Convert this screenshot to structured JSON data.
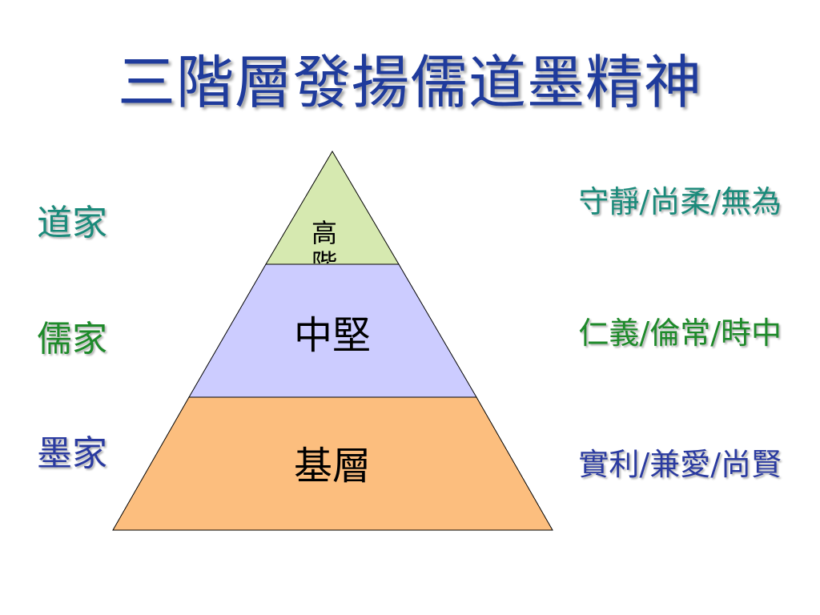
{
  "title": "三階層發揚儒道墨精神",
  "tiers": [
    {
      "label": "高階",
      "color": "#d6e9b0"
    },
    {
      "label": "中堅",
      "color": "#ccccff"
    },
    {
      "label": "基層",
      "color": "#fcbe7e"
    }
  ],
  "schools": [
    {
      "name": "道家",
      "color": "#1a8a7a"
    },
    {
      "name": "儒家",
      "color": "#1e8a2a"
    },
    {
      "name": "墨家",
      "color": "#2a3aa0"
    }
  ],
  "virtues": [
    {
      "text": "守靜/尚柔/無為",
      "color": "#1a8a7a"
    },
    {
      "text": "仁義/倫常/時中",
      "color": "#1e8a2a"
    },
    {
      "text": "實利/兼愛/尚賢",
      "color": "#2a3aa0"
    }
  ]
}
